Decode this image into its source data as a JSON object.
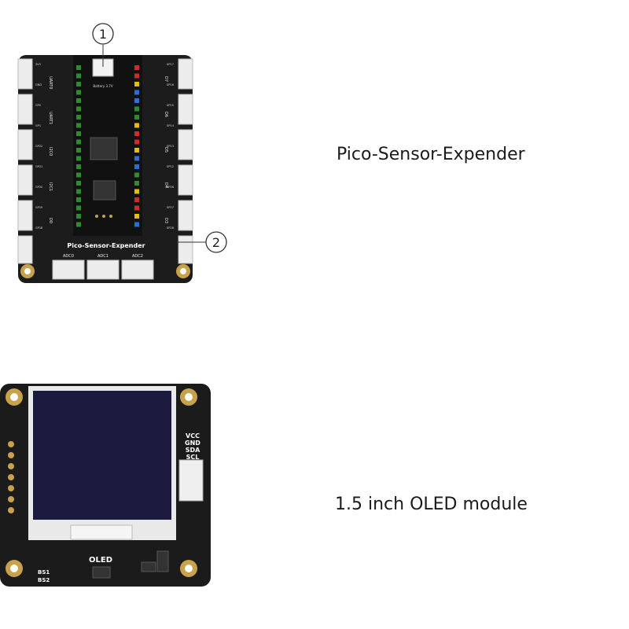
{
  "products": [
    {
      "caption": "Pico-Sensor-Expender",
      "board_label": "Pico-Sensor-Expender",
      "battery_label": "Battery 3.7V",
      "callouts": [
        "1",
        "2"
      ],
      "left_port_labels": [
        "UART0",
        "UART1",
        "I2C0",
        "I2C1",
        "D0"
      ],
      "right_port_labels": [
        "D7",
        "D6",
        "D5",
        "D4",
        "D3"
      ],
      "bottom_port_labels": [
        "ADC0",
        "ADC1",
        "ADC2"
      ],
      "pin_labels": [
        "3V3",
        "GND",
        "GP0",
        "GP1",
        "GP22",
        "GP21",
        "GP20",
        "GP19",
        "GP18",
        "GP17",
        "GP16",
        "GP15",
        "GP14",
        "GP13",
        "GP12",
        "GP26",
        "GP27",
        "GP28"
      ]
    },
    {
      "caption": "1.5 inch OLED module",
      "board_label": "OLED",
      "pin_labels": [
        "VCC",
        "GND",
        "SDA",
        "SCL"
      ],
      "bs_labels": [
        "BS1",
        "BS2"
      ]
    }
  ]
}
